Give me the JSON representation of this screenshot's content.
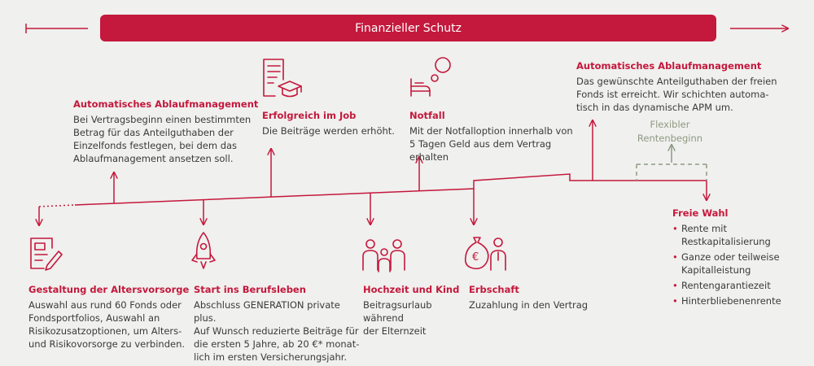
{
  "banner": {
    "label": "Finanzieller Schutz"
  },
  "top_events": [
    {
      "title": "Automatisches Ablaufmanagement",
      "desc": "Bei Vertragsbeginn einen bestimmten\nBetrag für das Anteilguthaben der\nEinzelfonds festlegen, bei dem das\nAblaufmanagement ansetzen soll."
    },
    {
      "title": "Erfolgreich im Job",
      "desc": "Die Beiträge werden erhöht.",
      "icon": "document-graduation-cap-icon"
    },
    {
      "title": "Notfall",
      "desc": "Mit der Notfalloption innerhalb von\n5 Tagen Geld aus dem Vertrag erhalten",
      "icon": "hospital-bed-icon"
    },
    {
      "title": "Automatisches Ablaufmanagement",
      "desc": "Das gewünschte Anteilguthaben der freien\nFonds ist erreicht. Wir schichten automa-\ntisch in das dynamische APM um."
    }
  ],
  "bottom_events": [
    {
      "title": "Gestaltung der Altersvorsorge",
      "desc": "Auswahl aus rund 60 Fonds oder\nFondsportfolios, Auswahl an\nRisikozusatzoptionen, um Alters-\nund Risikovorsorge zu verbinden.",
      "icon": "form-pen-icon"
    },
    {
      "title": "Start ins Berufsleben",
      "desc": "Abschluss GENERATION private plus.\nAuf Wunsch reduzierte Beiträge für\ndie ersten 5 Jahre, ab 20 €* monat-\nlich im ersten Versicherungsjahr.",
      "icon": "rocket-icon"
    },
    {
      "title": "Hochzeit und Kind",
      "desc": "Beitragsurlaub\nwährend\nder Elternzeit",
      "icon": "family-icon"
    },
    {
      "title": "Erbschaft",
      "desc": "Zuzahlung in den Vertrag",
      "icon": "money-bag-person-icon"
    }
  ],
  "flexible_start": {
    "label": "Flexibler\nRentenbeginn"
  },
  "free_choice": {
    "title": "Freie Wahl",
    "options": [
      "Rente mit\nRestkapitalisierung",
      "Ganze oder teilweise\nKapitalleistung",
      "Rentengarantiezeit",
      "Hinterbliebenenrente"
    ]
  },
  "colors": {
    "accent": "#c4183c",
    "muted": "#8e9a82",
    "text": "#3a3a3a",
    "background": "#f0f0ee"
  }
}
